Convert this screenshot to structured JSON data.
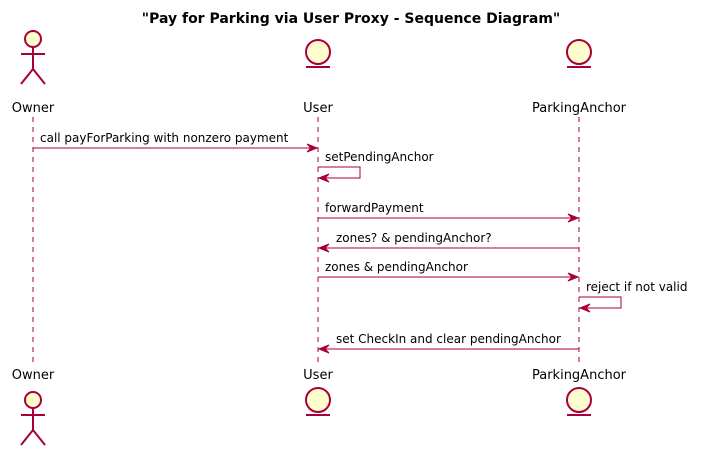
{
  "diagram": {
    "title": "\"Pay for Parking via User Proxy - Sequence Diagram\"",
    "participants": [
      {
        "id": "owner",
        "label": "Owner",
        "kind": "actor"
      },
      {
        "id": "user",
        "label": "User",
        "kind": "entity"
      },
      {
        "id": "anchor",
        "label": "ParkingAnchor",
        "kind": "entity"
      }
    ],
    "messages": [
      {
        "from": "owner",
        "to": "user",
        "label": "call payForParking with nonzero payment"
      },
      {
        "from": "user",
        "to": "user",
        "label": "setPendingAnchor"
      },
      {
        "from": "user",
        "to": "anchor",
        "label": "forwardPayment"
      },
      {
        "from": "anchor",
        "to": "user",
        "label": "zones? & pendingAnchor?"
      },
      {
        "from": "user",
        "to": "anchor",
        "label": "zones & pendingAnchor"
      },
      {
        "from": "anchor",
        "to": "anchor",
        "label": "reject if not valid"
      },
      {
        "from": "anchor",
        "to": "user",
        "label": "set CheckIn and clear pendingAnchor"
      }
    ],
    "colors": {
      "line": "#A80036",
      "fill": "#FEFECE"
    }
  }
}
